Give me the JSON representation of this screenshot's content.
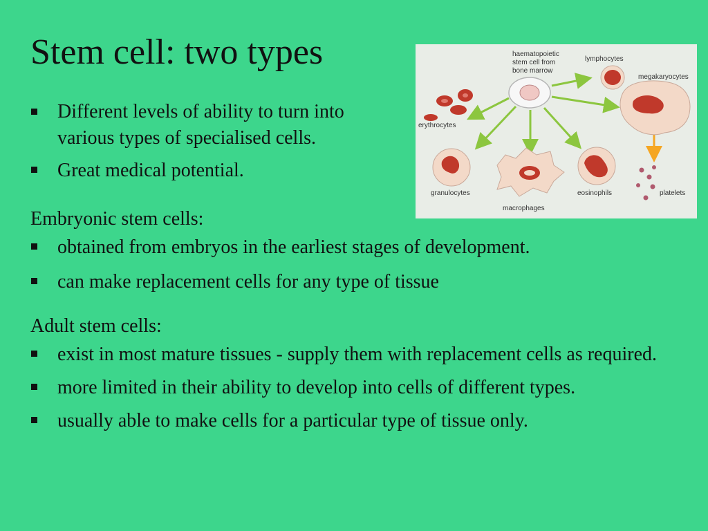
{
  "slide": {
    "title": "Stem cell: two types",
    "intro_bullets": [
      "Different levels of ability to turn into various types of specialised cells.",
      "Great medical potential."
    ],
    "embryonic": {
      "heading": "Embryonic stem cells:",
      "bullets": [
        "obtained from embryos in the earliest stages of development.",
        "can make replacement cells for any type of tissue"
      ]
    },
    "adult": {
      "heading": "Adult stem cells:",
      "bullets": [
        "exist in most mature tissues - supply them with replacement cells as required.",
        "more limited in their ability to develop into cells of different types.",
        "usually able to make cells for a particular type of tissue only."
      ]
    }
  },
  "diagram": {
    "labels": {
      "stem_line1": "haematopoietic",
      "stem_line2": "stem cell from",
      "stem_line3": "bone marrow",
      "lymphocytes": "lymphocytes",
      "megakaryocytes": "megakaryocytes",
      "erythrocytes": "erythrocytes",
      "granulocytes": "granulocytes",
      "macrophages": "macrophages",
      "eosinophils": "eosinophils",
      "platelets": "platelets"
    },
    "colors": {
      "background": "#e9ede7",
      "arrow_green": "#8cc63f",
      "arrow_orange": "#f5a623",
      "cell_red": "#c0392b",
      "cytoplasm": "#f3d9c8"
    }
  }
}
